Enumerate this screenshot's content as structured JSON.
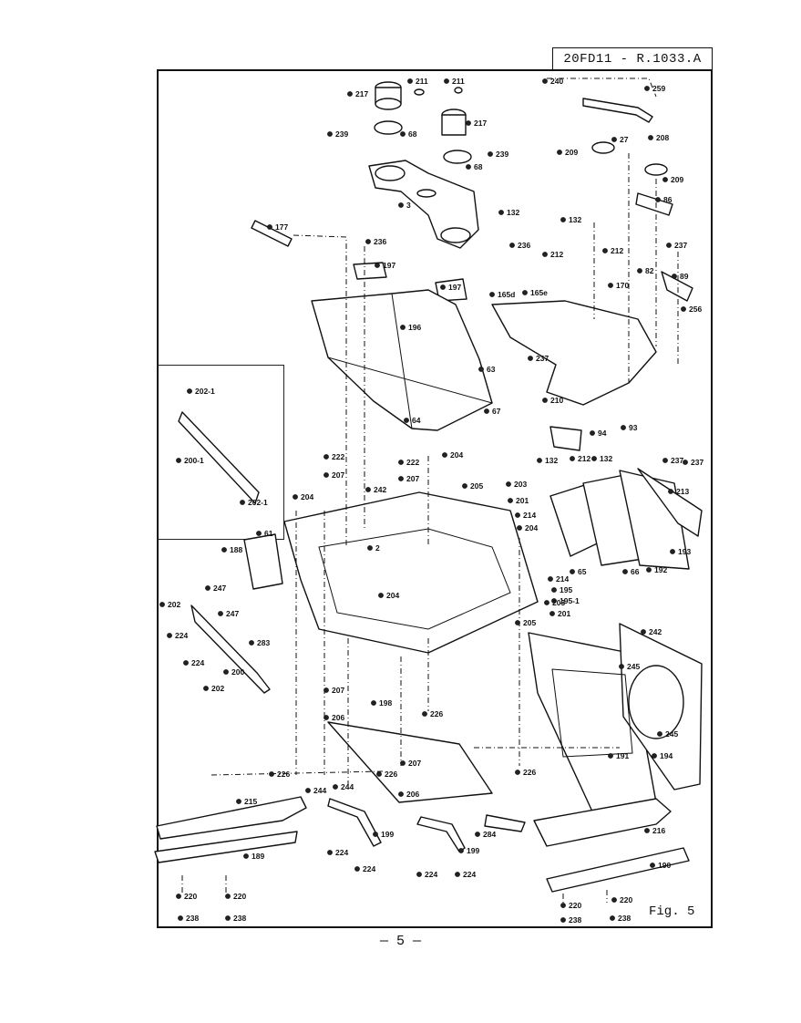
{
  "header": {
    "drawing_code": "20FD11 - R.1033.A"
  },
  "footer": {
    "figure_label": "Fig. 5",
    "page_number": "— 5 —"
  },
  "part_labels": [
    {
      "id": "p211a",
      "text": "211"
    },
    {
      "id": "p211b",
      "text": "211"
    },
    {
      "id": "p217a",
      "text": "217"
    },
    {
      "id": "p217b",
      "text": "217"
    },
    {
      "id": "p239a",
      "text": "239"
    },
    {
      "id": "p239b",
      "text": "239"
    },
    {
      "id": "p68a",
      "text": "68"
    },
    {
      "id": "p68b",
      "text": "68"
    },
    {
      "id": "p3",
      "text": "3"
    },
    {
      "id": "p240",
      "text": "240"
    },
    {
      "id": "p259",
      "text": "259"
    },
    {
      "id": "p27",
      "text": "27"
    },
    {
      "id": "p208",
      "text": "208"
    },
    {
      "id": "p209a",
      "text": "209"
    },
    {
      "id": "p209b",
      "text": "209"
    },
    {
      "id": "p86",
      "text": "86"
    },
    {
      "id": "p132a",
      "text": "132"
    },
    {
      "id": "p132b",
      "text": "132"
    },
    {
      "id": "p177",
      "text": "177"
    },
    {
      "id": "p236a",
      "text": "236"
    },
    {
      "id": "p236b",
      "text": "236"
    },
    {
      "id": "p197a",
      "text": "197"
    },
    {
      "id": "p197b",
      "text": "197"
    },
    {
      "id": "p212a",
      "text": "212"
    },
    {
      "id": "p212b",
      "text": "212"
    },
    {
      "id": "p237a",
      "text": "237"
    },
    {
      "id": "p82",
      "text": "82"
    },
    {
      "id": "p89",
      "text": "89"
    },
    {
      "id": "p170",
      "text": "170"
    },
    {
      "id": "p256",
      "text": "256"
    },
    {
      "id": "p165d",
      "text": "165d"
    },
    {
      "id": "p165e",
      "text": "165e"
    },
    {
      "id": "p196",
      "text": "196"
    },
    {
      "id": "p237b",
      "text": "237"
    },
    {
      "id": "p63",
      "text": "63"
    },
    {
      "id": "p67",
      "text": "67"
    },
    {
      "id": "p64",
      "text": "64"
    },
    {
      "id": "p210",
      "text": "210"
    },
    {
      "id": "p94",
      "text": "94"
    },
    {
      "id": "p93",
      "text": "93"
    },
    {
      "id": "p202_1a",
      "text": "202-1"
    },
    {
      "id": "p200_1",
      "text": "200-1"
    },
    {
      "id": "p202_1b",
      "text": "202-1"
    },
    {
      "id": "p222a",
      "text": "222"
    },
    {
      "id": "p207a",
      "text": "207"
    },
    {
      "id": "p222b",
      "text": "222"
    },
    {
      "id": "p204a",
      "text": "204"
    },
    {
      "id": "p207b",
      "text": "207"
    },
    {
      "id": "p132c",
      "text": "132"
    },
    {
      "id": "p212c",
      "text": "212"
    },
    {
      "id": "p132d",
      "text": "132"
    },
    {
      "id": "p237c",
      "text": "237"
    },
    {
      "id": "p237d",
      "text": "237"
    },
    {
      "id": "p204b",
      "text": "204"
    },
    {
      "id": "p242a",
      "text": "242"
    },
    {
      "id": "p205a",
      "text": "205"
    },
    {
      "id": "p203a",
      "text": "203"
    },
    {
      "id": "p201a",
      "text": "201"
    },
    {
      "id": "p213",
      "text": "213"
    },
    {
      "id": "p214a",
      "text": "214"
    },
    {
      "id": "p204c",
      "text": "204"
    },
    {
      "id": "p2",
      "text": "2"
    },
    {
      "id": "p61",
      "text": "61"
    },
    {
      "id": "p188",
      "text": "188"
    },
    {
      "id": "p193",
      "text": "193"
    },
    {
      "id": "p65",
      "text": "65"
    },
    {
      "id": "p66",
      "text": "66"
    },
    {
      "id": "p192",
      "text": "192"
    },
    {
      "id": "p214b",
      "text": "214"
    },
    {
      "id": "p195",
      "text": "195"
    },
    {
      "id": "p195_1",
      "text": "195-1"
    },
    {
      "id": "p247a",
      "text": "247"
    },
    {
      "id": "p247b",
      "text": "247"
    },
    {
      "id": "p202a",
      "text": "202"
    },
    {
      "id": "p204d",
      "text": "204"
    },
    {
      "id": "p203b",
      "text": "203"
    },
    {
      "id": "p201b",
      "text": "201"
    },
    {
      "id": "p205b",
      "text": "205"
    },
    {
      "id": "p242b",
      "text": "242"
    },
    {
      "id": "p224a",
      "text": "224"
    },
    {
      "id": "p283",
      "text": "283"
    },
    {
      "id": "p224b",
      "text": "224"
    },
    {
      "id": "p200",
      "text": "200"
    },
    {
      "id": "p245a",
      "text": "245"
    },
    {
      "id": "p202b",
      "text": "202"
    },
    {
      "id": "p207c",
      "text": "207"
    },
    {
      "id": "p198",
      "text": "198"
    },
    {
      "id": "p226a",
      "text": "226"
    },
    {
      "id": "p206a",
      "text": "206"
    },
    {
      "id": "p245b",
      "text": "245"
    },
    {
      "id": "p191",
      "text": "191"
    },
    {
      "id": "p194",
      "text": "194"
    },
    {
      "id": "p207d",
      "text": "207"
    },
    {
      "id": "p226b",
      "text": "226"
    },
    {
      "id": "p226c",
      "text": "226"
    },
    {
      "id": "p226d",
      "text": "226"
    },
    {
      "id": "p244a",
      "text": "244"
    },
    {
      "id": "p244b",
      "text": "244"
    },
    {
      "id": "p206b",
      "text": "206"
    },
    {
      "id": "p215",
      "text": "215"
    },
    {
      "id": "p284",
      "text": "284"
    },
    {
      "id": "p216",
      "text": "216"
    },
    {
      "id": "p199a",
      "text": "199"
    },
    {
      "id": "p199b",
      "text": "199"
    },
    {
      "id": "p189",
      "text": "189"
    },
    {
      "id": "p224c",
      "text": "224"
    },
    {
      "id": "p224d",
      "text": "224"
    },
    {
      "id": "p224e",
      "text": "224"
    },
    {
      "id": "p224f",
      "text": "224"
    },
    {
      "id": "p190",
      "text": "190"
    },
    {
      "id": "p220a",
      "text": "220"
    },
    {
      "id": "p220b",
      "text": "220"
    },
    {
      "id": "p220c",
      "text": "220"
    },
    {
      "id": "p220d",
      "text": "220"
    },
    {
      "id": "p238a",
      "text": "238"
    },
    {
      "id": "p238b",
      "text": "238"
    },
    {
      "id": "p238c",
      "text": "238"
    },
    {
      "id": "p238d",
      "text": "238"
    }
  ]
}
